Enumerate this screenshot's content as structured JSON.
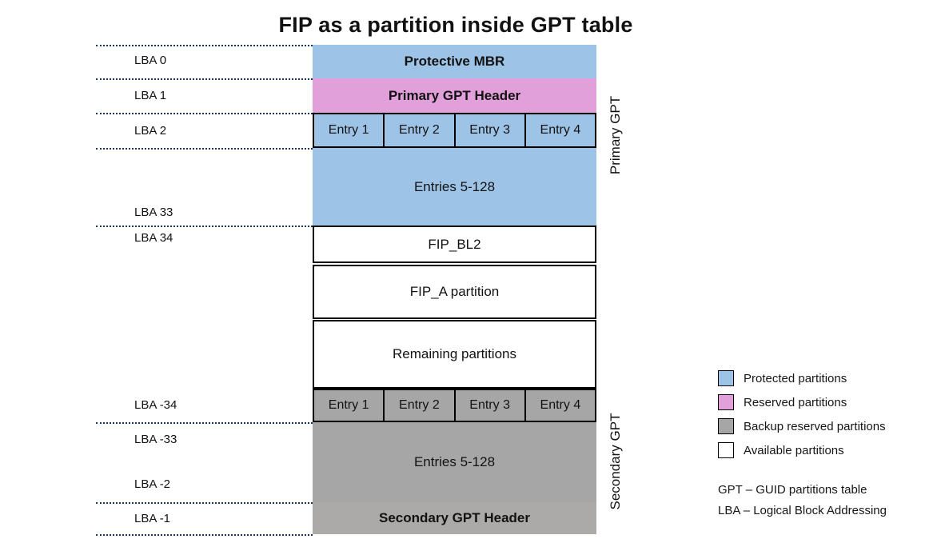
{
  "title": "FIP as a partition inside GPT table",
  "colors": {
    "protected": "#9DC3E6",
    "reserved": "#E2A0DA",
    "backup": "#A6A6A6",
    "backup_light": "#ACA9A9",
    "available": "#FFFFFF",
    "dotted_line": "#17365D"
  },
  "lba": {
    "labels": [
      "LBA 0",
      "LBA 1",
      "LBA 2",
      "LBA 33",
      "LBA 34",
      "LBA -34",
      "LBA -33",
      "LBA -2",
      "LBA -1"
    ]
  },
  "diagram": {
    "protective_mbr": "Protective MBR",
    "primary_gpt_header": "Primary GPT Header",
    "primary_entries": [
      "Entry 1",
      "Entry 2",
      "Entry 3",
      "Entry 4"
    ],
    "primary_entries_rest": "Entries 5-128",
    "fip_bl2": "FIP_BL2",
    "fip_a": "FIP_A partition",
    "remaining": "Remaining partitions",
    "secondary_entries": [
      "Entry 1",
      "Entry 2",
      "Entry 3",
      "Entry 4"
    ],
    "secondary_entries_rest": "Entries 5-128",
    "secondary_gpt_header": "Secondary GPT Header",
    "primary_side_label": "Primary GPT",
    "secondary_side_label": "Secondary GPT"
  },
  "legend": {
    "items": [
      {
        "label": "Protected partitions",
        "color": "#9DC3E6"
      },
      {
        "label": "Reserved partitions",
        "color": "#E2A0DA"
      },
      {
        "label": "Backup reserved partitions",
        "color": "#A6A6A6"
      },
      {
        "label": "Available partitions",
        "color": "#FFFFFF"
      }
    ],
    "notes": [
      "GPT – GUID partitions table",
      "LBA – Logical Block Addressing"
    ]
  }
}
